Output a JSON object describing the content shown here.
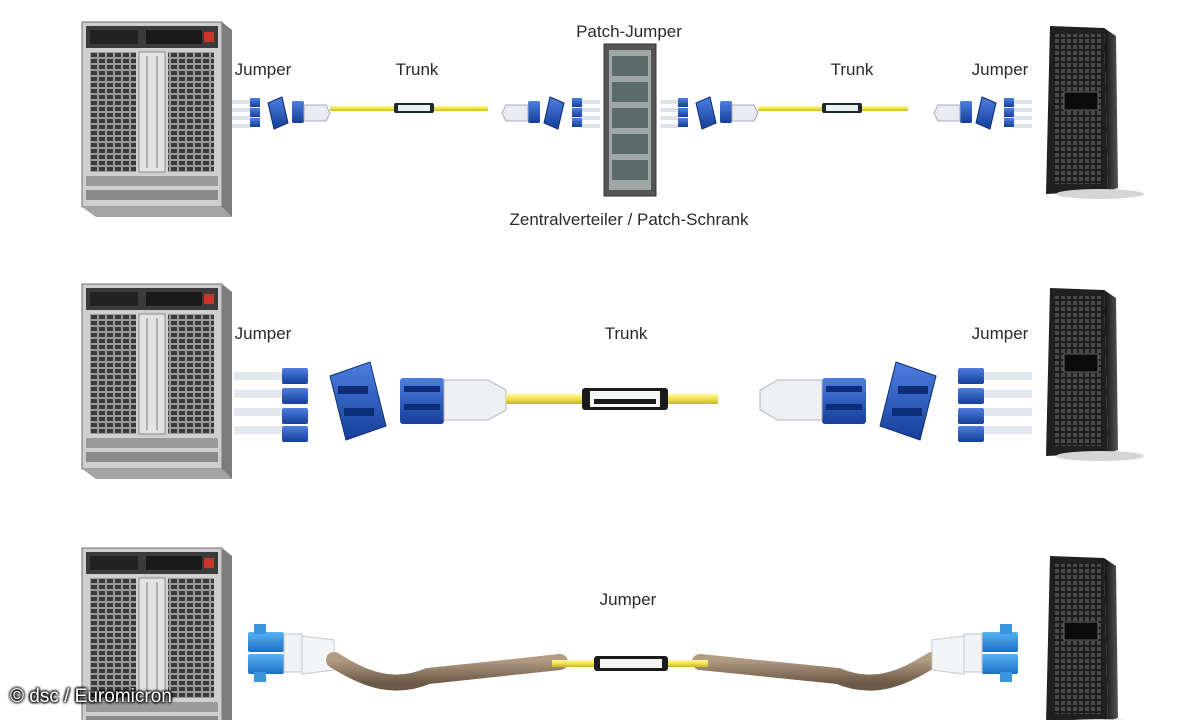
{
  "rows": [
    {
      "labels": {
        "left_jumper": "Jumper",
        "left_trunk": "Trunk",
        "center_device": "Patch-Jumper",
        "right_trunk": "Trunk",
        "right_jumper": "Jumper",
        "center_caption": "Zentralverteiler / Patch-Schrank"
      }
    },
    {
      "labels": {
        "left_jumper": "Jumper",
        "trunk": "Trunk",
        "right_jumper": "Jumper"
      }
    },
    {
      "labels": {
        "jumper": "Jumper"
      }
    }
  ],
  "credit": "© dsc / Euromicron",
  "colors": {
    "connector_blue": "#1f4fb8",
    "trunk_yellow": "#f2e14a",
    "cable_white": "#e6e9ee",
    "cable_brown": "#8a7560",
    "switch_gray": "#b7b7b7",
    "server_dark": "#262626"
  }
}
